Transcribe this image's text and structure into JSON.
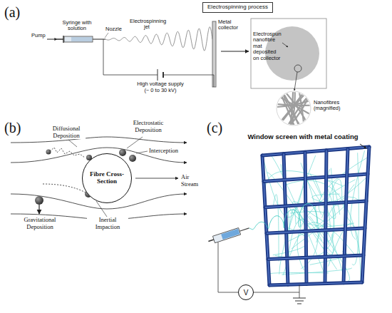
{
  "diagram": {
    "nodes": [
      {
        "text": [
          "Electrospinning process"
        ]
      },
      {
        "text": [
          "Fibre Cross-Section"
        ]
      },
      {
        "text": [
          "V"
        ]
      }
    ],
    "labels": [
      "(a)",
      "Pump",
      "Syringe with solution",
      "Nozzle",
      "Electrospinning jet",
      "Metal collector",
      "High voltage supply",
      "(~ 0 to 30 kV)",
      "Electrospun nanofibre mat deposited on collector",
      "Nanofibres (magnified)",
      "(b)",
      "Diffusional Deposition",
      "Electrostatic Deposition",
      "Interception",
      "Air Stream",
      "Gravitational Deposition",
      "Inertial Impaction",
      "(c)",
      "Window screen with metal coating"
    ]
  }
}
